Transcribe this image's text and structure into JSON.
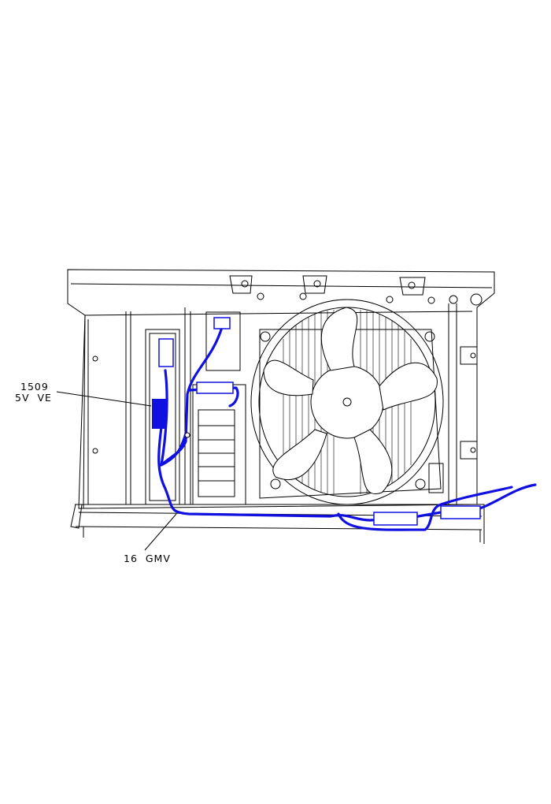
{
  "callouts": [
    {
      "line1": "1509",
      "line2": "5V  VE"
    },
    {
      "line1": "16  GMV"
    }
  ],
  "colors": {
    "harness": "#1010e0",
    "outline": "#000000"
  }
}
